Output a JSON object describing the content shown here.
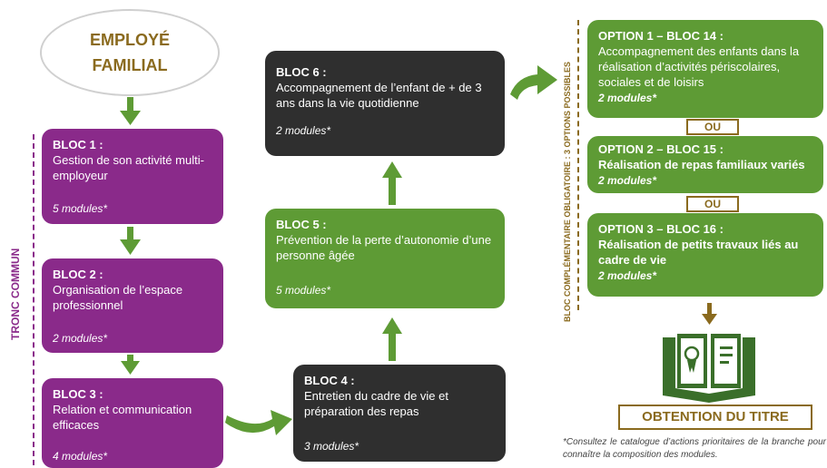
{
  "start": {
    "line1": "EMPLOYÉ",
    "line2": "FAMILIAL"
  },
  "tronc_label": "TRONC COMMUN",
  "complement_label": "BLOC COMPLÉMENTAIRE OBLIGATOIRE : 3 OPTIONS POSSIBLES",
  "colors": {
    "purple": "#8a2a8a",
    "dark": "#2f2f2f",
    "green": "#5e9b35",
    "gold": "#8a6a1e"
  },
  "blocs": [
    {
      "title": "BLOC 1 :",
      "text": "Gestion de son activité multi-employeur",
      "modules": "5 modules*"
    },
    {
      "title": "BLOC 2 :",
      "text": "Organisation de l’espace professionnel",
      "modules": "2 modules*"
    },
    {
      "title": "BLOC 3 :",
      "text": "Relation et communication efficaces",
      "modules": "4 modules*"
    },
    {
      "title": "BLOC 4 :",
      "text": "Entretien du cadre de vie et préparation des repas",
      "modules": "3 modules*"
    },
    {
      "title": "BLOC 5 :",
      "text": "Prévention de la perte d’autonomie d’une personne âgée",
      "modules": "5 modules*"
    },
    {
      "title": "BLOC 6 :",
      "text": "Accompagnement de l’enfant de + de 3 ans dans la vie quotidienne",
      "modules": "2 modules*"
    }
  ],
  "options": [
    {
      "title": "OPTION 1 – BLOC 14 :",
      "text": "Accompagnement des enfants dans la réalisation d’activités périscolaires, sociales et de loisirs",
      "modules": "2 modules*"
    },
    {
      "title": "OPTION 2 – BLOC 15 :",
      "text": "Réalisation de repas familiaux variés",
      "modules": "2 modules*"
    },
    {
      "title": "OPTION 3 – BLOC 16 :",
      "text": "Réalisation de petits travaux liés au cadre de vie",
      "modules": "2 modules*"
    }
  ],
  "ou": "OU",
  "obtention": "OBTENTION DU TITRE",
  "footnote": "*Consultez le catalogue d’actions prioritaires de la branche pour connaître la composition des modules.",
  "icons": [
    "arrow-down-icon",
    "arrow-up-icon",
    "arrow-curved-icon",
    "certificate-book-icon"
  ]
}
